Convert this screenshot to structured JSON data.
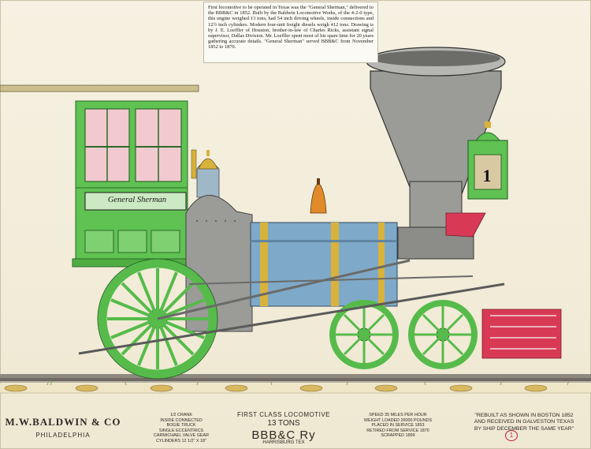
{
  "clipping": {
    "text": "First locomotive to be operated in Texas was the \"General Sherman,\" delivered to the BBB&C in 1852. Built by the Baldwin Locomotive Works, of the 4-2-0 type, this engine weighed 13 tons, had 54 inch driving wheels, inside connections and 12½ inch cylinders. Modern four-unit freight diesels weigh 412 tons. Drawing is by J. E. Loeffler of Houston, brother-in-law of Charles Ricks, assistant signal supervisor, Dallas Division. Mr. Loeffler spent most of his spare time for 20 years gathering accurate details. \"General Sherman\" served BBB&C from November 1852 to 1870."
  },
  "nameplate": "General Sherman",
  "lamp_number": "1",
  "captions": {
    "builder": "M.W.BALDWIN & CO",
    "city": "PHILADELPHIA",
    "truck_lines": [
      "1/2 CRANK",
      "INSIDE CONNECTED",
      "BOGIE TRUCK",
      "SINGLE ECCENTRICS",
      "CARMICHAEL VALVE GEAR",
      "CYLINDERS 12 1/2\" X 18\""
    ],
    "class_title": "FIRST CLASS LOCOMOTIVE",
    "tons": "13 TONS",
    "road": "BBB&C Ry",
    "town": "HARRISBURG TEX",
    "spec_lines": [
      "SPEED 35 MILES PER HOUR",
      "WEIGHT LOADED 26000 POUNDS",
      "PLACED IN SERVICE 1853",
      "RETIRED FROM SERVICE 1870",
      "SCRAPPED 1899"
    ],
    "rebuilt_lines": [
      "\"REBUILT AS SHOWN IN BOSTON 1852",
      "AND RECEIVED IN GALVESTON TEXAS",
      "BY SHIP DECEMBER THE SAME YEAR\""
    ],
    "page_number": "1"
  },
  "colors": {
    "cab_green": "#5fc252",
    "boiler_blue": "#7fa9c8",
    "stack_gray": "#9b9b98",
    "brass": "#d8b23a",
    "pilot_red": "#d83a55",
    "wheel_green": "#56bb4a",
    "paper": "#f4efde"
  }
}
